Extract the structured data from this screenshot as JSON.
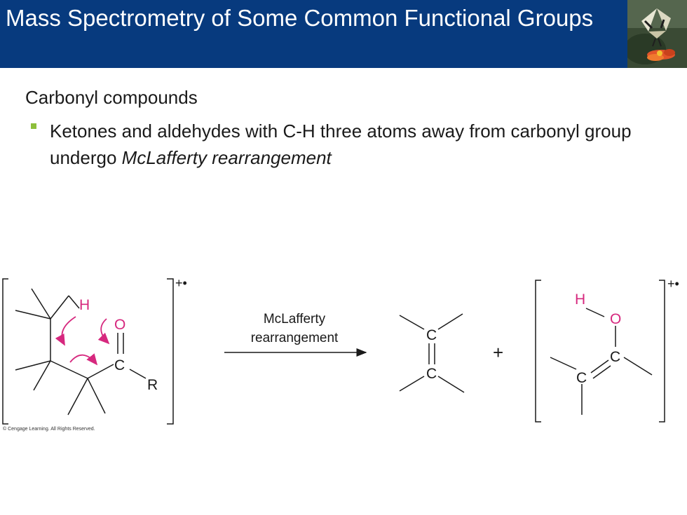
{
  "slide": {
    "title": "Mass Spectrometry of Some Common Functional Groups",
    "section_heading": "Carbonyl compounds",
    "bullet": {
      "text": "Ketones and aldehydes with C-H three atoms away from carbonyl group undergo ",
      "emphasis": "McLafferty rearrangement"
    }
  },
  "scheme": {
    "reactant_charge": "+•",
    "product_charge": "+•",
    "arrow_label_line1": "McLafferty",
    "arrow_label_line2": "rearrangement",
    "plus": "+",
    "atoms": {
      "h": "H",
      "o": "O",
      "c": "C",
      "r": "R"
    },
    "copyright": "© Cengage Learning. All Rights Reserved."
  },
  "colors": {
    "title_bar": "#073a7e",
    "bullet": "#8dbf3b",
    "magenta": "#d6287e"
  }
}
